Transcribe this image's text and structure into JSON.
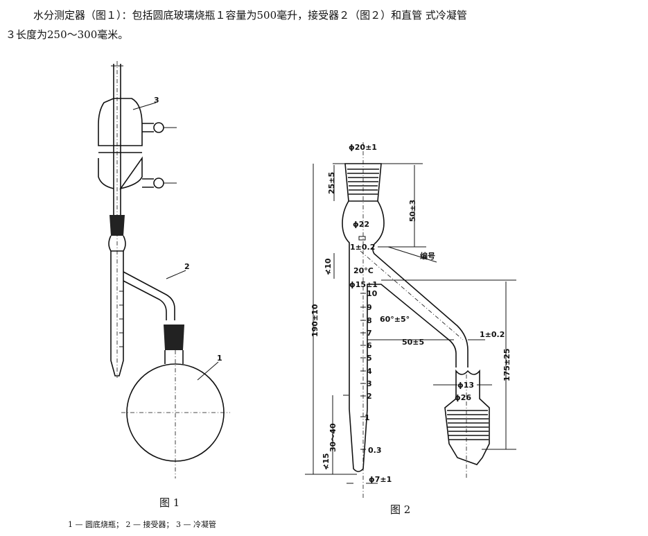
{
  "paragraph": {
    "line1": "水分测定器（图１）：包括圆底玻璃烧瓶１容量为500毫升，接受器２（图２）和直管 式冷凝管",
    "line2": "３长度为250～300毫米。"
  },
  "figure1": {
    "caption": "图 1",
    "legend": "1 — 圆底烧瓶；  2 — 接受器；  3 — 冷凝管",
    "labels": {
      "condenser": "3",
      "receiver": "2",
      "flask": "1"
    }
  },
  "figure2": {
    "caption": "图 2",
    "dims": {
      "top_diameter": "ϕ20±1",
      "joint_length": "25±5",
      "bulb_height": "50±3",
      "bulb_diameter": "ϕ22",
      "wall_top": "1±0.2",
      "number_label": "编号",
      "min_10": "≮10",
      "temperature": "20°C",
      "tube_diameter": "ϕ15±1",
      "total_length": "190±10",
      "angle": "60°±5°",
      "arm_distance": "50±5",
      "wall_side": "1±0.2",
      "arm_height": "175±25",
      "arm_diameter": "ϕ13",
      "joint_diameter": "ϕ26",
      "taper_length": "30～40",
      "min_15": "≮15",
      "tip_diameter": "ϕ7±1"
    },
    "scale": [
      "10",
      "9",
      "8",
      "7",
      "6",
      "5",
      "4",
      "3",
      "2",
      "1",
      "0.3"
    ]
  }
}
